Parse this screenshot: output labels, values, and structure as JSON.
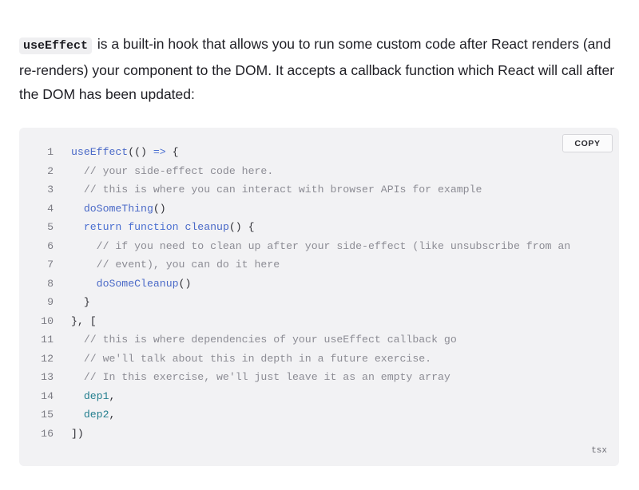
{
  "paragraph": {
    "code_term": "useEffect",
    "text": "is a built-in hook that allows you to run some custom code after React renders (and re-renders) your component to the DOM. It accepts a callback function which React will call after the DOM has been updated:"
  },
  "code_block": {
    "copy_label": "COPY",
    "language": "tsx",
    "lines": [
      {
        "num": "1",
        "tokens": [
          {
            "t": "useEffect",
            "c": "fn"
          },
          {
            "t": "(() ",
            "c": "pu"
          },
          {
            "t": "=>",
            "c": "kw"
          },
          {
            "t": " {",
            "c": "pu"
          }
        ]
      },
      {
        "num": "2",
        "tokens": [
          {
            "t": "  // your side-effect code here.",
            "c": "cm"
          }
        ]
      },
      {
        "num": "3",
        "tokens": [
          {
            "t": "  // this is where you can interact with browser APIs for example",
            "c": "cm"
          }
        ]
      },
      {
        "num": "4",
        "tokens": [
          {
            "t": "  ",
            "c": "pu"
          },
          {
            "t": "doSomeThing",
            "c": "fn"
          },
          {
            "t": "()",
            "c": "pu"
          }
        ]
      },
      {
        "num": "5",
        "tokens": [
          {
            "t": "  ",
            "c": "pu"
          },
          {
            "t": "return",
            "c": "kw"
          },
          {
            "t": " ",
            "c": "pu"
          },
          {
            "t": "function",
            "c": "kw"
          },
          {
            "t": " ",
            "c": "pu"
          },
          {
            "t": "cleanup",
            "c": "fn"
          },
          {
            "t": "() {",
            "c": "pu"
          }
        ]
      },
      {
        "num": "6",
        "tokens": [
          {
            "t": "    // if you need to clean up after your side-effect (like unsubscribe from an",
            "c": "cm"
          }
        ]
      },
      {
        "num": "7",
        "tokens": [
          {
            "t": "    // event), you can do it here",
            "c": "cm"
          }
        ]
      },
      {
        "num": "8",
        "tokens": [
          {
            "t": "    ",
            "c": "pu"
          },
          {
            "t": "doSomeCleanup",
            "c": "fn"
          },
          {
            "t": "()",
            "c": "pu"
          }
        ]
      },
      {
        "num": "9",
        "tokens": [
          {
            "t": "  }",
            "c": "pu"
          }
        ]
      },
      {
        "num": "10",
        "tokens": [
          {
            "t": "}, [",
            "c": "pu"
          }
        ]
      },
      {
        "num": "11",
        "tokens": [
          {
            "t": "  // this is where dependencies of your useEffect callback go",
            "c": "cm"
          }
        ]
      },
      {
        "num": "12",
        "tokens": [
          {
            "t": "  // we'll talk about this in depth in a future exercise.",
            "c": "cm"
          }
        ]
      },
      {
        "num": "13",
        "tokens": [
          {
            "t": "  // In this exercise, we'll just leave it as an empty array",
            "c": "cm"
          }
        ]
      },
      {
        "num": "14",
        "tokens": [
          {
            "t": "  ",
            "c": "pu"
          },
          {
            "t": "dep1",
            "c": "var"
          },
          {
            "t": ",",
            "c": "pu"
          }
        ]
      },
      {
        "num": "15",
        "tokens": [
          {
            "t": "  ",
            "c": "pu"
          },
          {
            "t": "dep2",
            "c": "var"
          },
          {
            "t": ",",
            "c": "pu"
          }
        ]
      },
      {
        "num": "16",
        "tokens": [
          {
            "t": "])",
            "c": "pu"
          }
        ]
      }
    ]
  }
}
